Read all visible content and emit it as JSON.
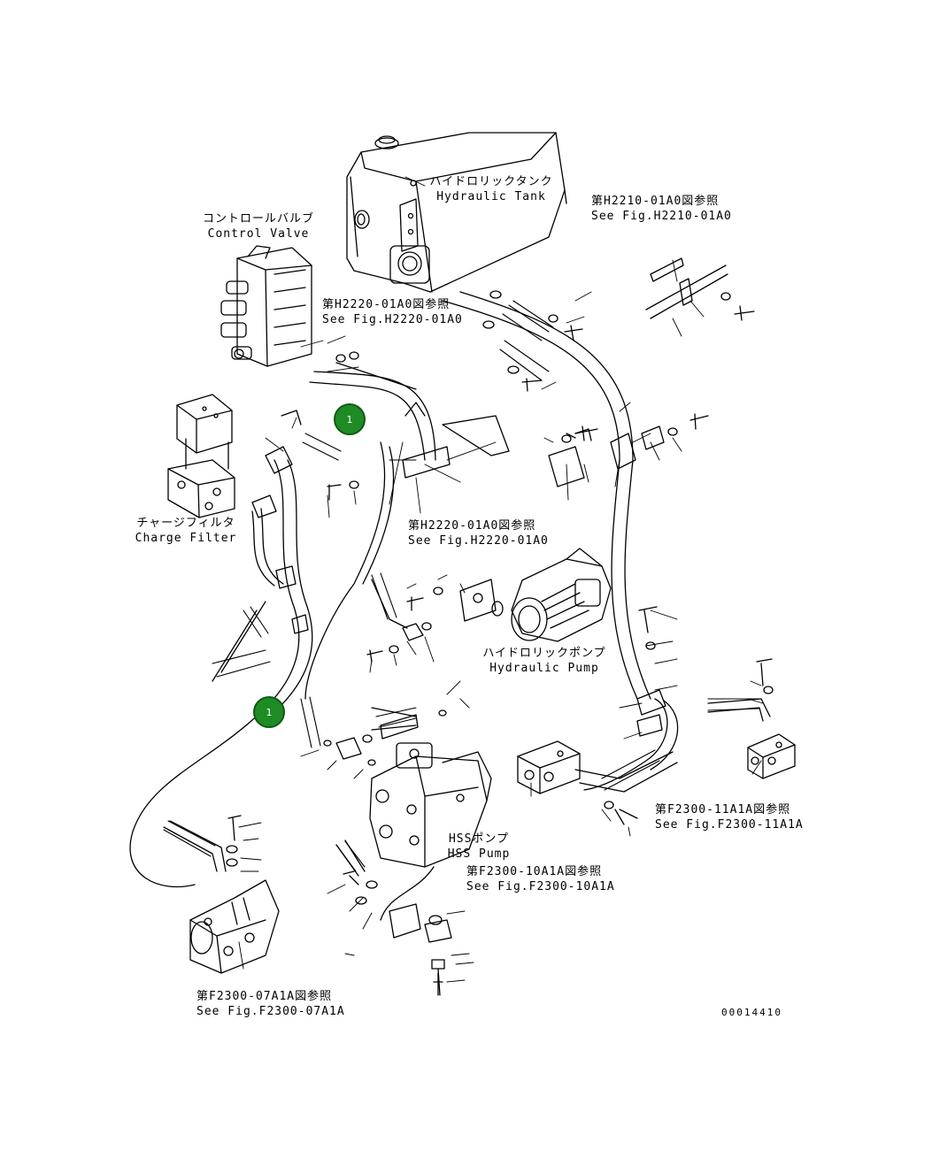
{
  "labels": {
    "hydraulic_tank_jp": "ハイドロリックタンク",
    "hydraulic_tank_en": "Hydraulic Tank",
    "control_valve_jp": "コントロールバルブ",
    "control_valve_en": "Control Valve",
    "charge_filter_jp": "チャージフィルタ",
    "charge_filter_en": "Charge Filter",
    "hydraulic_pump_jp": "ハイドロリックポンプ",
    "hydraulic_pump_en": "Hydraulic Pump",
    "hss_pump_jp": "HSSポンプ",
    "hss_pump_en": "HSS Pump"
  },
  "references": {
    "h2210_jp": "第H2210-01A0図参照",
    "h2210_en": "See Fig.H2210-01A0",
    "h2220_top_jp": "第H2220-01A0図参照",
    "h2220_top_en": "See Fig.H2220-01A0",
    "h2220_mid_jp": "第H2220-01A0図参照",
    "h2220_mid_en": "See Fig.H2220-01A0",
    "f2300_10_jp": "第F2300-10A1A図参照",
    "f2300_10_en": "See Fig.F2300-10A1A",
    "f2300_11_jp": "第F2300-11A1A図参照",
    "f2300_11_en": "See Fig.F2300-11A1A",
    "f2300_07_jp": "第F2300-07A1A図参照",
    "f2300_07_en": "See Fig.F2300-07A1A"
  },
  "callouts": [
    "1",
    "1"
  ],
  "drawing_number": "00014410",
  "colors": {
    "line": "#000000",
    "callout_fill": "#1e8b25",
    "callout_text": "#ffffff"
  }
}
